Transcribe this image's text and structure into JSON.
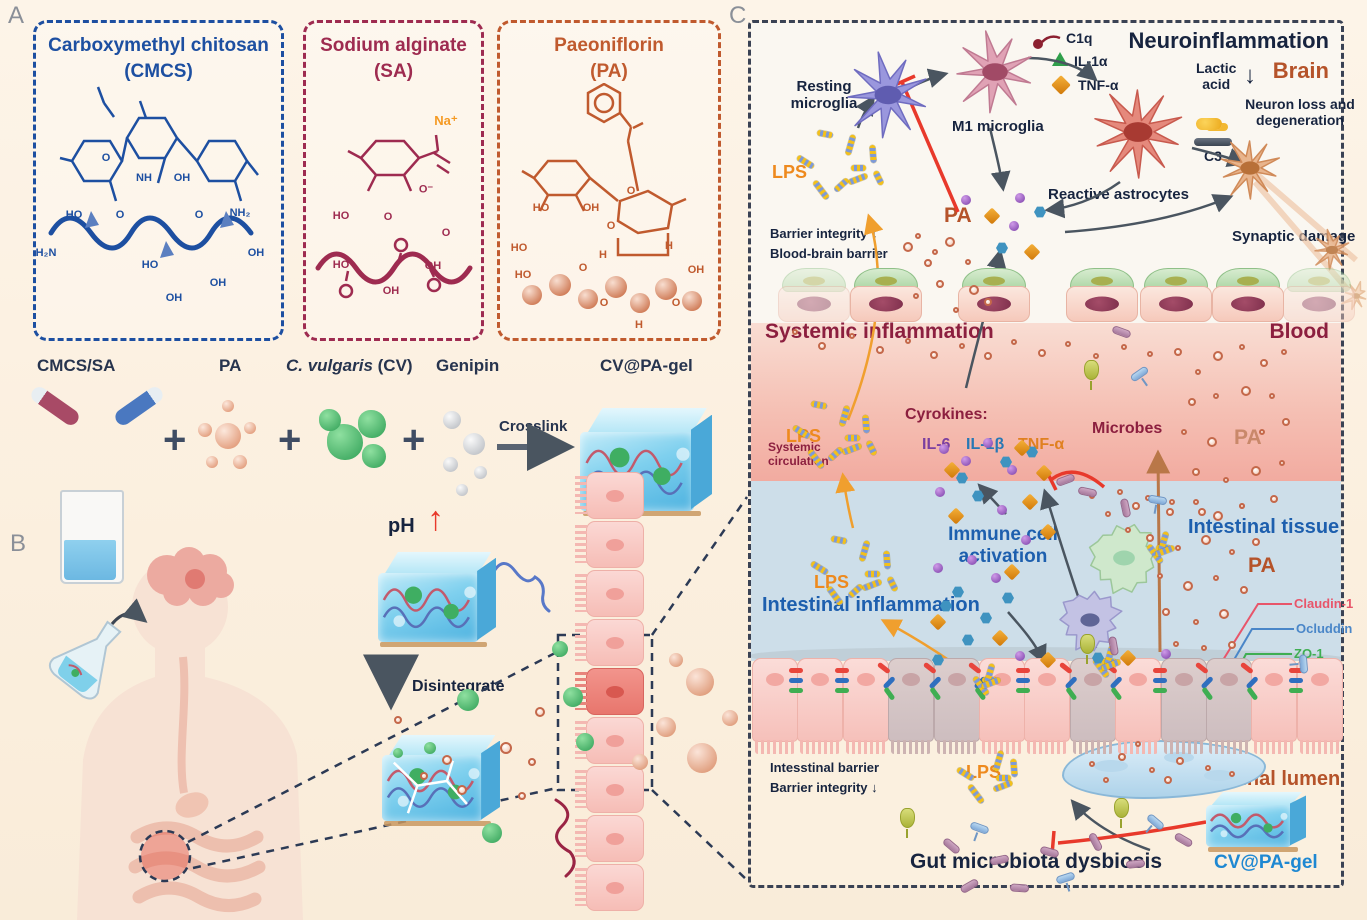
{
  "figure": {
    "panel_a_label": "A",
    "panel_b_label": "B",
    "panel_c_label": "C"
  },
  "panel_a": {
    "boxes": [
      {
        "title": "Carboxymethyl chitosan",
        "abbr": "(CMCS)",
        "color": "#1d4fa1",
        "atoms": [
          "O",
          "NH",
          "OH",
          "HO",
          "O",
          "O",
          "NH₂",
          "H₂N",
          "OH",
          "HO",
          "OH",
          "OH"
        ]
      },
      {
        "title": "Sodium alginate",
        "abbr": "(SA)",
        "color": "#9e2b50",
        "ion": "Na⁺",
        "atoms": [
          "O⁻",
          "O",
          "O",
          "HO",
          "HO",
          "OH",
          "OH"
        ]
      },
      {
        "title": "Paeoniflorin",
        "abbr": "(PA)",
        "color": "#c05a2e",
        "atoms": [
          "O",
          "HO",
          "OH",
          "O",
          "HO",
          "H",
          "HO",
          "OH",
          "O",
          "H",
          "O",
          "O",
          "H"
        ]
      }
    ],
    "reaction": {
      "c1": "CMCS/SA",
      "c2": "PA",
      "c3_italic": "C. vulgaris",
      "c3_rest": " (CV)",
      "c4": "Genipin",
      "plus": "+",
      "arrow_label": "Crosslink",
      "product": "CV@PA-gel"
    }
  },
  "panel_b": {
    "ph": "pH",
    "ph_arrow": "↑",
    "disintegrate": "Disintegrate"
  },
  "panel_c": {
    "brain": {
      "title": "Neuroinflammation",
      "subtitle": "Brain",
      "resting": "Resting microglia",
      "m1": "M1 microglia",
      "c1q": "C1q",
      "il1a": "IL-1α",
      "tnfa": "TNF-α",
      "lactic1": "Lactic",
      "lactic2": "acid",
      "arrow_down": "↓",
      "c3": "C3",
      "astro": "Reactive astrocytes",
      "neuron_loss1": "Neuron loss and",
      "neuron_loss2": "degeneration",
      "synaptic": "Synaptic damage",
      "lps": "LPS",
      "pa": "PA",
      "barrier": "Barrier integrity ↓",
      "bbb": "Blood-brain barrier"
    },
    "blood": {
      "title": "Systemic inflammation",
      "subtitle": "Blood",
      "lps": "LPS",
      "cytokines": "Cyrokines:",
      "il6": "IL-6",
      "il1b": "IL-1β",
      "tnfa": "TNF-α",
      "microbes": "Microbes",
      "pa": "PA",
      "circ1": "Systemic",
      "circ2": "circulation"
    },
    "tissue": {
      "title": "Intestinal tissue",
      "immune1": "Immune cell",
      "immune2": "activation",
      "inflammation": "Intestinal inflammation",
      "lps": "LPS",
      "pa": "PA",
      "claudin": "Claudin-1",
      "occludin": "Ocluddin",
      "zo1": "ZO-1"
    },
    "lumen": {
      "title": "Intestinal lumen",
      "barrier1": "Intesstinal barrier",
      "barrier2": "Barrier integrity ↓",
      "lps": "LPS",
      "dysbiosis": "Gut microbiota dysbiosis",
      "gel": "CV@PA-gel"
    }
  },
  "colors": {
    "cmcs_blue": "#1d4fa1",
    "sa_maroon": "#9e2b50",
    "pa_orange": "#c05a2e",
    "navy_text": "#17243f",
    "blue_text": "#1d5fae",
    "maroon_text": "#8c1f3f",
    "lps_orange": "#ee8a1e",
    "burnt_orange": "#b5532a",
    "pa_tan": "#c9886a",
    "gel_blue": "#1e88d2",
    "il6_purple": "#7b3fa0",
    "il1b_blue": "#2878b5",
    "tnfa_orange": "#e08020",
    "claudin_red": "#e8556a",
    "occludin_blue": "#4a86c8",
    "zo1_green": "#3fae52",
    "sodium_orange": "#f59a23",
    "inhibit_red": "#e03030",
    "background_cream": "#fbefde"
  }
}
